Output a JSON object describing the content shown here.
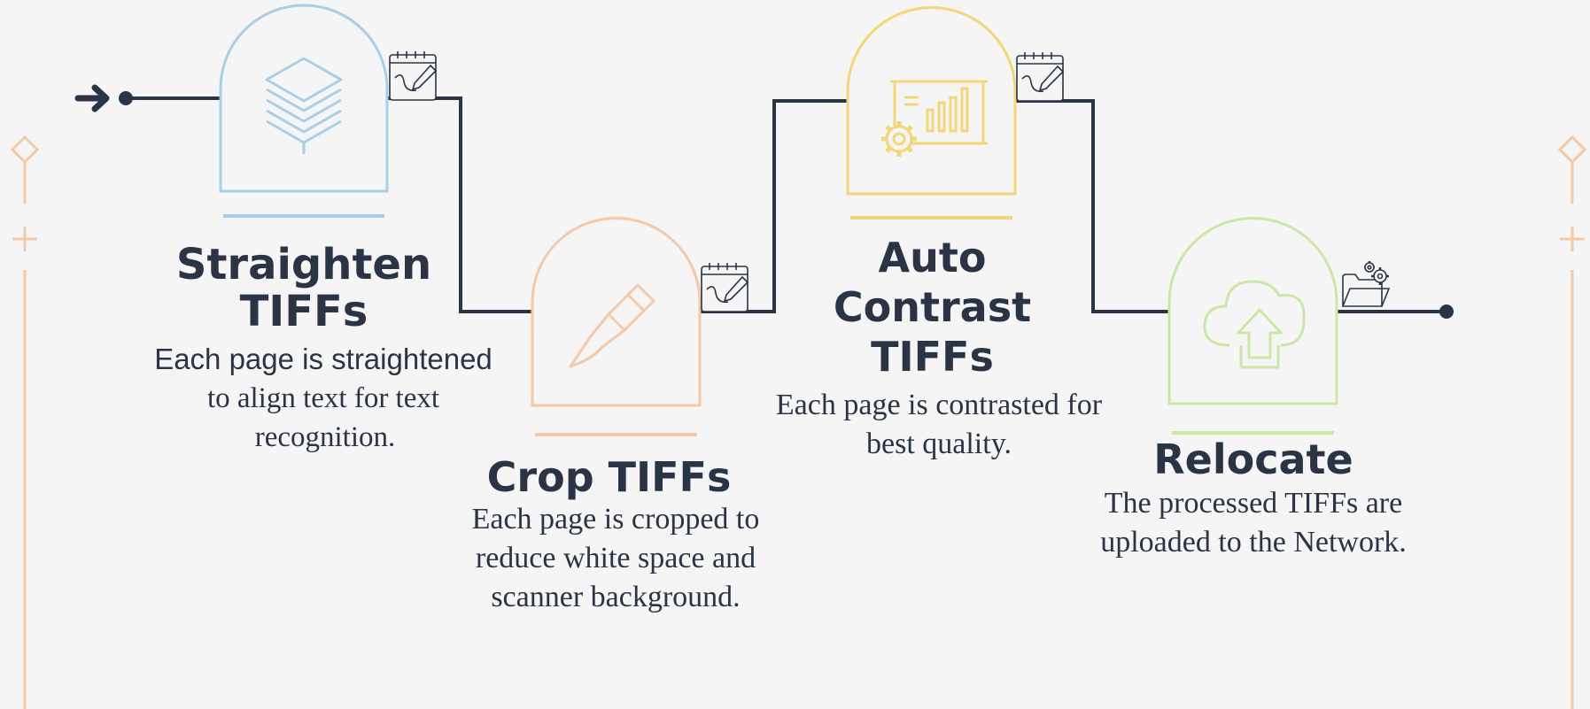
{
  "colors": {
    "line": "#2b3444",
    "blue": "#a9cfe6",
    "peach": "#f5c8a8",
    "yellow": "#f4d67a",
    "green": "#cce6a8",
    "side": "#f3c9a5",
    "text": "#2b3444"
  },
  "steps": [
    {
      "title_lines": [
        "Straighten",
        "TIFFs"
      ],
      "desc_lines": [
        "Each page is straightened",
        "to align text for text",
        "recognition."
      ],
      "icon": "stacked-layers-icon",
      "badge": "notepad-pencil-icon",
      "color": "blue"
    },
    {
      "title_lines": [
        "Crop TIFFs"
      ],
      "desc_lines": [
        "Each page is cropped to",
        "reduce white space and",
        "scanner background."
      ],
      "icon": "scalpel-icon",
      "badge": "notepad-pencil-icon",
      "color": "peach"
    },
    {
      "title_lines": [
        "Auto",
        "Contrast",
        "TIFFs"
      ],
      "desc_lines": [
        "Each page is contrasted for",
        "best quality."
      ],
      "icon": "presentation-gear-icon",
      "badge": "notepad-pencil-icon",
      "color": "yellow"
    },
    {
      "title_lines": [
        "Relocate"
      ],
      "desc_lines": [
        "The processed TIFFs are",
        "uploaded to the Network."
      ],
      "icon": "cloud-upload-icon",
      "badge": "folder-gears-icon",
      "color": "green"
    }
  ]
}
